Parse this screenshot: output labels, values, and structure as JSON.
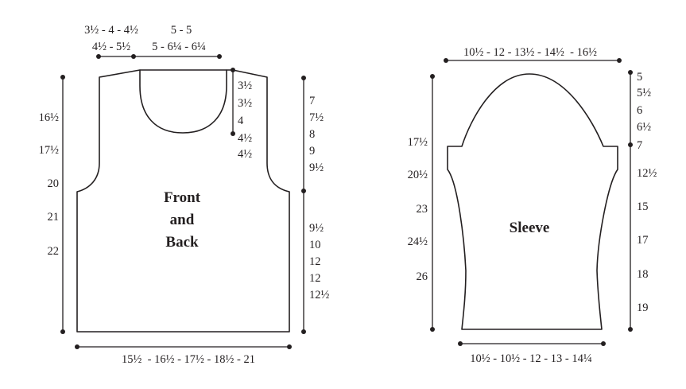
{
  "front_back": {
    "title_lines": [
      "Front",
      "and",
      "Back"
    ],
    "shoulder_label_top": "3½ - 4 - 4½",
    "shoulder_label_bottom": "4½ - 5½",
    "neck_label_top": "5 - 5",
    "neck_label_bottom": "5 - 6¼ - 6¼",
    "neck_depth_values": [
      "3½",
      "3½",
      "4",
      "4½",
      "4½"
    ],
    "armhole_depth_values": [
      "7",
      "7½",
      "8",
      "9",
      "9½"
    ],
    "side_length_values": [
      "9½",
      "10",
      "12",
      "12",
      "12½"
    ],
    "total_length_values": [
      "16½",
      "17½",
      "20",
      "21",
      "22"
    ],
    "width_label": "15½  - 16½ - 17½ - 18½ - 21"
  },
  "sleeve": {
    "title": "Sleeve",
    "top_width_label": "10½ - 12 - 13½ - 14½  - 16½",
    "length_values": [
      "17½",
      "20½",
      "23",
      "24½",
      "26"
    ],
    "cap_height_values": [
      "5",
      "5½",
      "6",
      "6½",
      "7"
    ],
    "underarm_length_values": [
      "12½",
      "15",
      "17",
      "18",
      "19"
    ],
    "cuff_width_label": "10½ - 10½ - 12 - 13 - 14¼"
  },
  "colors": {
    "ink": "#231f20",
    "background": "#ffffff"
  }
}
